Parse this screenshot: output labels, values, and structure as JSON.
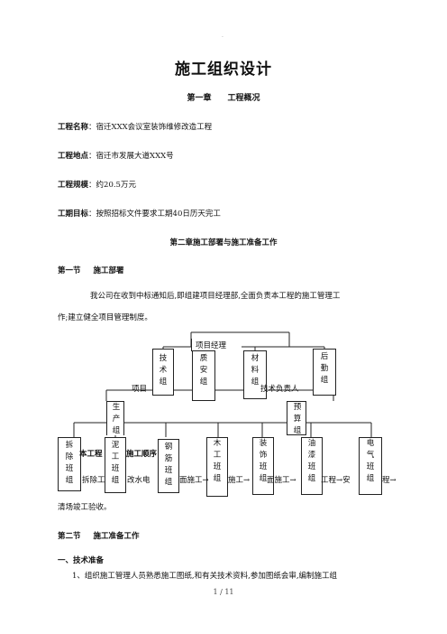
{
  "header_mark": ".",
  "title": "施工组织设计",
  "chapter1": {
    "label": "第一章",
    "title": "工程概况"
  },
  "info": [
    {
      "key": "工程名称",
      "value": "宿迁XXX会议室装饰维修改造工程"
    },
    {
      "key": "工程地点",
      "value": "宿迁市发展大道XXX号"
    },
    {
      "key": "工程规模",
      "value": "约20.5万元"
    },
    {
      "key": "工期目标",
      "value": "按照招标文件要求工期40日历天完工"
    }
  ],
  "chapter2": "第二章施工部署与施工准备工作",
  "section1": {
    "label": "第一节",
    "title": "施工部署"
  },
  "para1_line1": "我公司在收到中标通知后,即组建项目经理部,全面负责本工程的施工管理工",
  "para1_line2": "作;建立健全项目管理制度。",
  "org": {
    "project_manager": "项目经理",
    "tech": "技术组",
    "quality": "质安组",
    "material": "材料组",
    "logistics": "后勤组",
    "project_left_partial": "项目",
    "tech_lead_partial": "技术负责人",
    "production": "生产组",
    "budget": "预算组",
    "demolition": "拆除班组",
    "mud": "泥工班组",
    "rebar": "钢筋班组",
    "carpentry": "木工班组",
    "decoration": "装饰班组",
    "paint": "油漆班组",
    "electric": "电气班组"
  },
  "overlap_line1": "本工程",
  "overlap_line1b": "施工顺序",
  "overlap_line2": "拆除工",
  "overlap_line2_segments": [
    "改水电",
    "面施工→",
    "施工→",
    "面施工→",
    "工程→安",
    "程→"
  ],
  "para2_end": "清场竣工验收。",
  "section2": {
    "label": "第二节",
    "title": "施工准备工作"
  },
  "sub1": "一、技术准备",
  "sub1_line": "1、组织施工管理人员熟悉施工图纸,和有关技术资料,参加图纸会审,编制施工组",
  "page": "1 / 11"
}
